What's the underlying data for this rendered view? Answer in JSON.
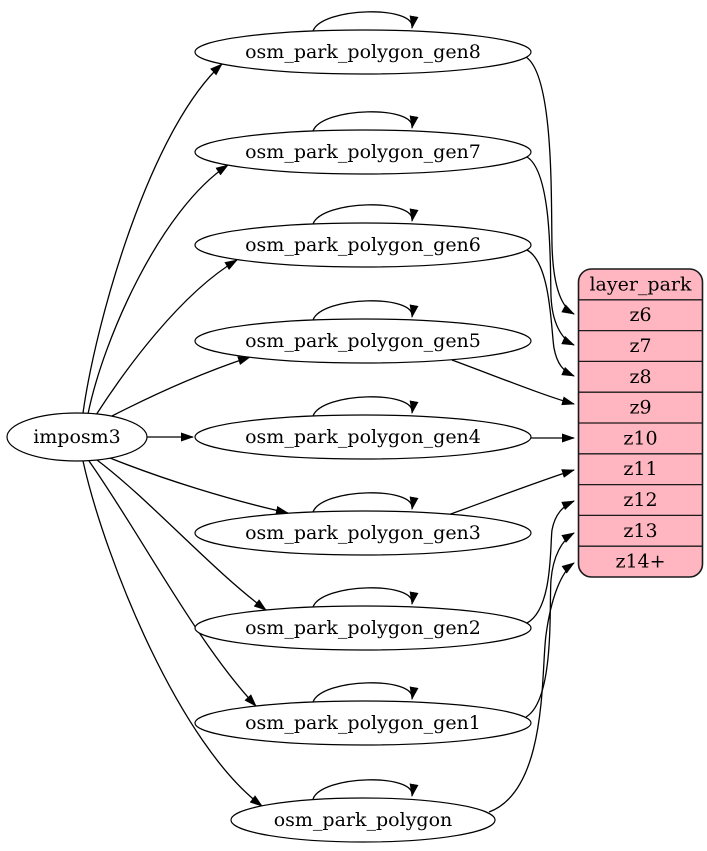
{
  "diagram": {
    "type": "graphviz-digraph",
    "colors": {
      "background": "#ffffff",
      "ellipse_fill": "#ffffff",
      "layer_fill": "#ffb6c1",
      "stroke": "#000000",
      "text": "#000000"
    },
    "source_node": {
      "label": "imposm3"
    },
    "table_nodes": [
      {
        "label": "osm_park_polygon_gen8"
      },
      {
        "label": "osm_park_polygon_gen7"
      },
      {
        "label": "osm_park_polygon_gen6"
      },
      {
        "label": "osm_park_polygon_gen5"
      },
      {
        "label": "osm_park_polygon_gen4"
      },
      {
        "label": "osm_park_polygon_gen3"
      },
      {
        "label": "osm_park_polygon_gen2"
      },
      {
        "label": "osm_park_polygon_gen1"
      },
      {
        "label": "osm_park_polygon"
      }
    ],
    "layer_node": {
      "title": "layer_park",
      "fill": "#ffb6c1",
      "rows": [
        {
          "label": "z6"
        },
        {
          "label": "z7"
        },
        {
          "label": "z8"
        },
        {
          "label": "z9"
        },
        {
          "label": "z10"
        },
        {
          "label": "z11"
        },
        {
          "label": "z12"
        },
        {
          "label": "z13"
        },
        {
          "label": "z14+"
        }
      ]
    },
    "edges": [
      {
        "from": "imposm3",
        "to": "osm_park_polygon_gen8"
      },
      {
        "from": "imposm3",
        "to": "osm_park_polygon_gen7"
      },
      {
        "from": "imposm3",
        "to": "osm_park_polygon_gen6"
      },
      {
        "from": "imposm3",
        "to": "osm_park_polygon_gen5"
      },
      {
        "from": "imposm3",
        "to": "osm_park_polygon_gen4"
      },
      {
        "from": "imposm3",
        "to": "osm_park_polygon_gen3"
      },
      {
        "from": "imposm3",
        "to": "osm_park_polygon_gen2"
      },
      {
        "from": "imposm3",
        "to": "osm_park_polygon_gen1"
      },
      {
        "from": "imposm3",
        "to": "osm_park_polygon"
      },
      {
        "from": "osm_park_polygon_gen8",
        "to": "osm_park_polygon_gen8",
        "type": "self-loop"
      },
      {
        "from": "osm_park_polygon_gen7",
        "to": "osm_park_polygon_gen7",
        "type": "self-loop"
      },
      {
        "from": "osm_park_polygon_gen6",
        "to": "osm_park_polygon_gen6",
        "type": "self-loop"
      },
      {
        "from": "osm_park_polygon_gen5",
        "to": "osm_park_polygon_gen5",
        "type": "self-loop"
      },
      {
        "from": "osm_park_polygon_gen4",
        "to": "osm_park_polygon_gen4",
        "type": "self-loop"
      },
      {
        "from": "osm_park_polygon_gen3",
        "to": "osm_park_polygon_gen3",
        "type": "self-loop"
      },
      {
        "from": "osm_park_polygon_gen2",
        "to": "osm_park_polygon_gen2",
        "type": "self-loop"
      },
      {
        "from": "osm_park_polygon_gen1",
        "to": "osm_park_polygon_gen1",
        "type": "self-loop"
      },
      {
        "from": "osm_park_polygon",
        "to": "osm_park_polygon",
        "type": "self-loop"
      },
      {
        "from": "osm_park_polygon_gen8",
        "to": "layer_park:z6"
      },
      {
        "from": "osm_park_polygon_gen7",
        "to": "layer_park:z7"
      },
      {
        "from": "osm_park_polygon_gen6",
        "to": "layer_park:z8"
      },
      {
        "from": "osm_park_polygon_gen5",
        "to": "layer_park:z9"
      },
      {
        "from": "osm_park_polygon_gen4",
        "to": "layer_park:z10"
      },
      {
        "from": "osm_park_polygon_gen3",
        "to": "layer_park:z11"
      },
      {
        "from": "osm_park_polygon_gen2",
        "to": "layer_park:z12"
      },
      {
        "from": "osm_park_polygon_gen1",
        "to": "layer_park:z13"
      },
      {
        "from": "osm_park_polygon",
        "to": "layer_park:z14+"
      }
    ]
  }
}
